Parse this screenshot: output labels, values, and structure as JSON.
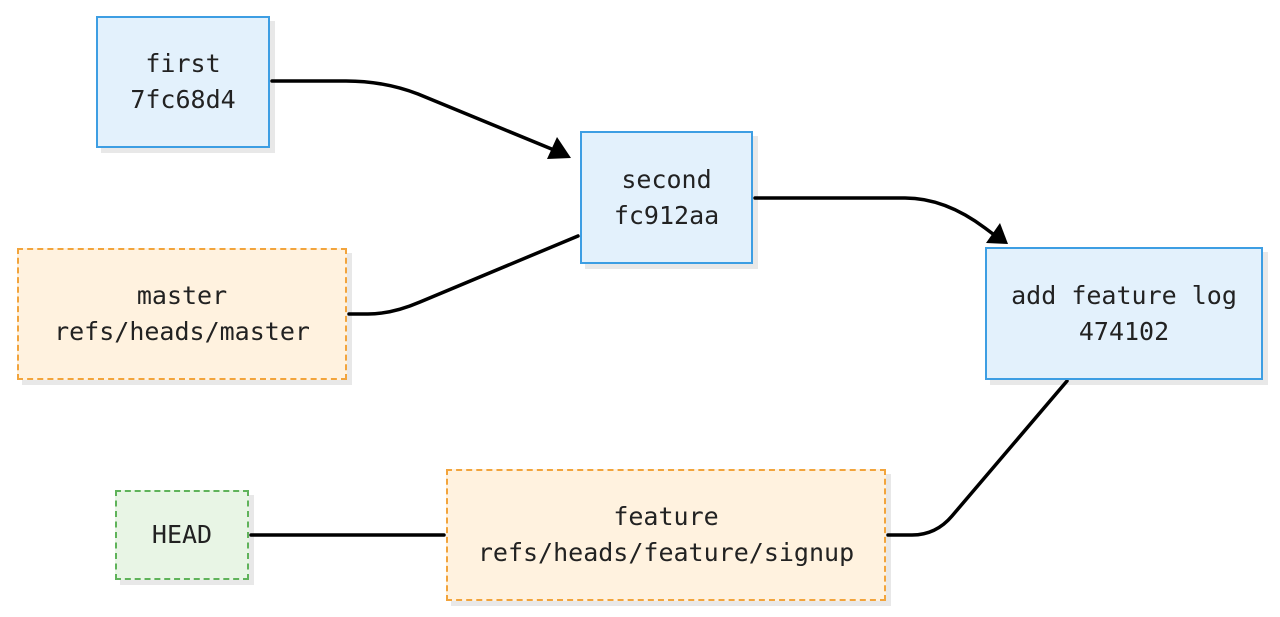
{
  "diagram": {
    "commits": [
      {
        "id": "first",
        "message": "first",
        "hash": "7fc68d4"
      },
      {
        "id": "second",
        "message": "second",
        "hash": "fc912aa"
      },
      {
        "id": "feature_commit",
        "message": "add feature log",
        "hash": "474102"
      }
    ],
    "refs": [
      {
        "id": "master",
        "name": "master",
        "path": "refs/heads/master"
      },
      {
        "id": "feature",
        "name": "feature",
        "path": "refs/heads/feature/signup"
      }
    ],
    "head": {
      "label": "HEAD"
    },
    "edges": [
      {
        "from": "first",
        "to": "second",
        "arrow": true
      },
      {
        "from": "second",
        "to": "feature_commit",
        "arrow": true
      },
      {
        "from": "master",
        "to": "second",
        "arrow": false
      },
      {
        "from": "feature",
        "to": "feature_commit",
        "arrow": false
      },
      {
        "from": "head",
        "to": "feature",
        "arrow": false
      }
    ],
    "colors": {
      "commit_fill": "#e3f1fc",
      "commit_border": "#3d9ee3",
      "ref_fill": "#fff2df",
      "ref_border": "#f2a43c",
      "head_fill": "#e8f5e5",
      "head_border": "#5fb35a",
      "edge": "#000000"
    }
  }
}
